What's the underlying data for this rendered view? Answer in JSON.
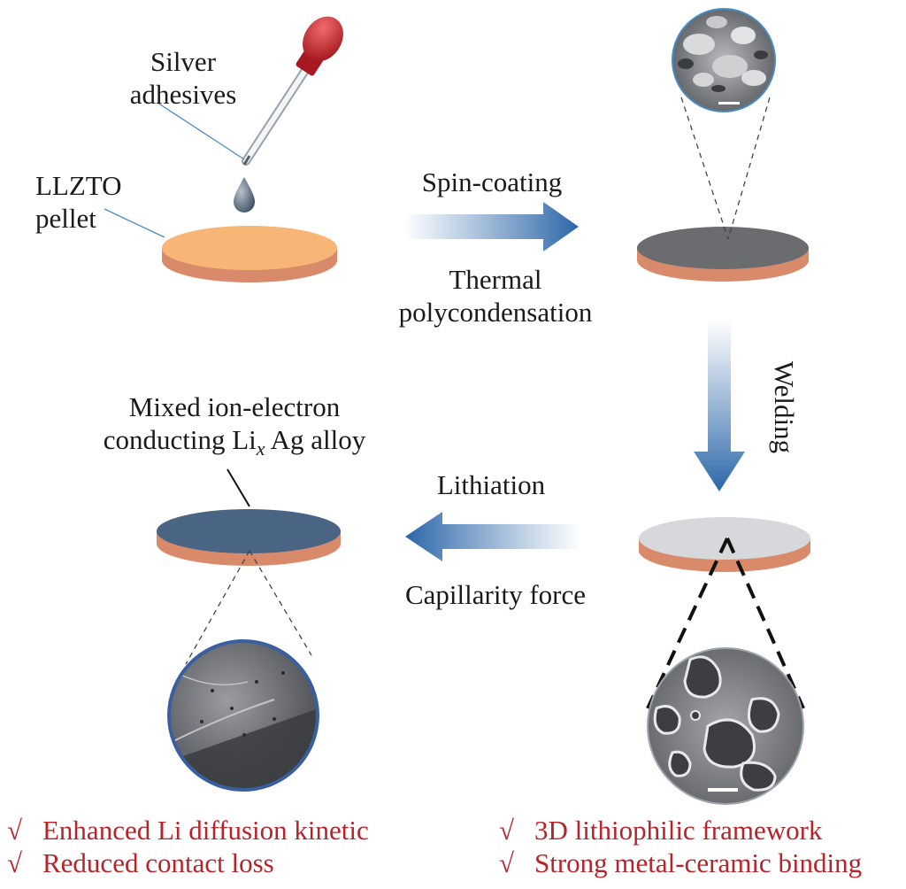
{
  "labels": {
    "silver_adhesives_line1": "Silver",
    "silver_adhesives_line2": "adhesives",
    "llzto_line1": "LLZTO",
    "llzto_line2": "pellet",
    "spin_coating": "Spin-coating",
    "thermal_line1": "Thermal",
    "thermal_line2": "polycondensation",
    "welding": "Welding",
    "lithiation": "Lithiation",
    "capillarity": "Capillarity force",
    "mixed_line1": "Mixed ion-electron",
    "mixed_line2_prefix": "conducting Li",
    "mixed_line2_sub": "x",
    "mixed_line2_suffix": "Ag alloy"
  },
  "benefits_left": [
    {
      "check": "√",
      "text": "Enhanced Li diffusion kinetic"
    },
    {
      "check": "√",
      "text": "Reduced contact loss"
    }
  ],
  "benefits_right": [
    {
      "check": "√",
      "text": "3D lithiophilic framework"
    },
    {
      "check": "√",
      "text": "Strong metal-ceramic binding"
    }
  ],
  "colors": {
    "pellet_top_orange": "#f7b675",
    "pellet_edge_copper": "#d98a6b",
    "coated_top_gray": "#6b6c70",
    "welded_top_light": "#d7d8db",
    "alloy_top_blue": "#4a6584",
    "arrow_blue": "#2b66a8",
    "dropper_red": "#c0202a",
    "check_red": "#b8232a",
    "sem_ring_blue": "#3a5fa0"
  }
}
